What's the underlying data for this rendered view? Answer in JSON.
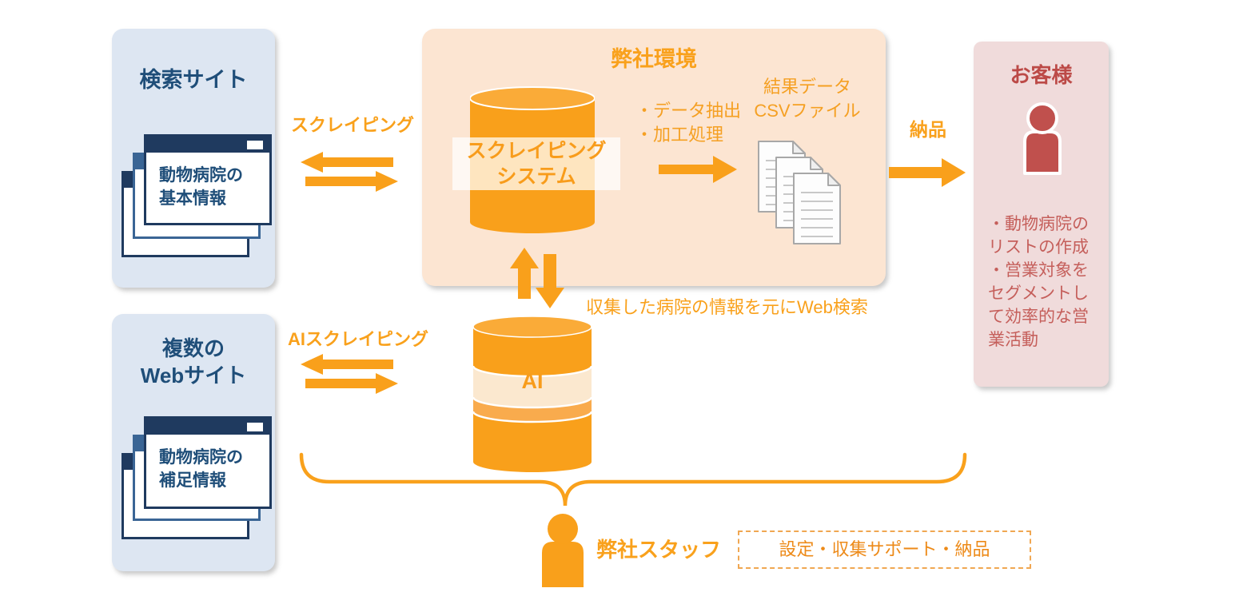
{
  "colors": {
    "orange": "#F9A01B",
    "orange_text": "#F9A11C",
    "orange_dark": "#EE8000",
    "peach_bg": "#FCE5D2",
    "cream_band": "#FBE8CF",
    "blue_bg": "#DDE6F2",
    "navy_text": "#1F4E79",
    "navy_bar": "#1F3A5F",
    "blue_mid_bar": "#3A6595",
    "pink_bg": "#F0DBDB",
    "red_person": "#C0504D",
    "red_title": "#BC4A47",
    "red_notes": "#C55F5B",
    "doc_border": "#A8A8A8"
  },
  "icons": {
    "browser-windows-icon": "stacked browser windows",
    "database-icon": "database cylinder",
    "ai-database-icon": "striped database cylinder",
    "documents-icon": "stacked csv pages",
    "person-icon": "person silhouette",
    "arrow-icon": "block arrow",
    "brace-icon": "horizontal curly brace"
  },
  "search_site_box": {
    "title": "検索サイト",
    "window_text": "動物病院の\n基本情報"
  },
  "web_sites_box": {
    "title": "複数の\nWebサイト",
    "window_text": "動物病院の\n補足情報"
  },
  "company_env_box": {
    "title": "弊社環境",
    "cylinder_label": "スクレイピング\nシステム",
    "process_items": [
      "・データ抽出",
      "・加工処理"
    ],
    "result_label": "結果データ\nCSVファイル"
  },
  "customer_box": {
    "title": "お客様",
    "notes": "・動物病院の\nリストの作成\n・営業対象を\nセグメントし\nて効率的な営\n業活動"
  },
  "flows": {
    "scraping_label": "スクレイピング",
    "ai_scraping_label": "AIスクレイピング",
    "delivery_label": "納品",
    "web_search_note": "収集した病院の情報を元にWeb検索"
  },
  "ai_cylinder": {
    "label": "AI"
  },
  "staff": {
    "label": "弊社スタッフ",
    "tasks_label": "設定・収集サポート・納品"
  }
}
